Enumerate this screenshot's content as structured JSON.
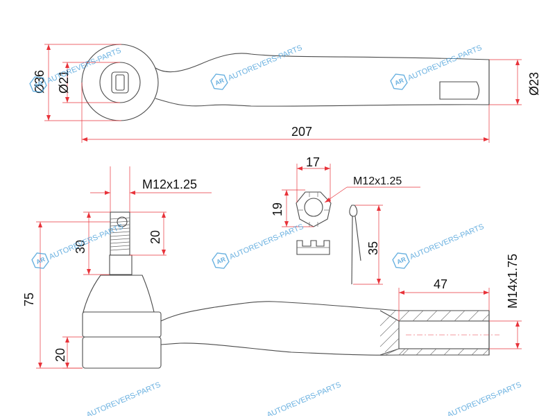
{
  "watermark": {
    "logo_text": "AR",
    "text": "AUTOREVERS-PARTS",
    "color": "#4fa3db"
  },
  "dimension_color": "#e8333a",
  "dimensions": {
    "top_view": {
      "eye_outer_diameter": "Ø36",
      "eye_inner_diameter": "Ø21",
      "shank_diameter": "Ø23",
      "overall_length": "207"
    },
    "side_view": {
      "stud_thread": "M12x1.25",
      "stud_length": "30",
      "thread_length": "20",
      "total_height": "75",
      "base_height": "20",
      "bore_depth": "47",
      "bore_thread": "M14x1.75"
    },
    "nut": {
      "width": "17",
      "height": "19",
      "thread": "M12x1.25"
    },
    "cotter_pin": {
      "length": "35"
    }
  }
}
